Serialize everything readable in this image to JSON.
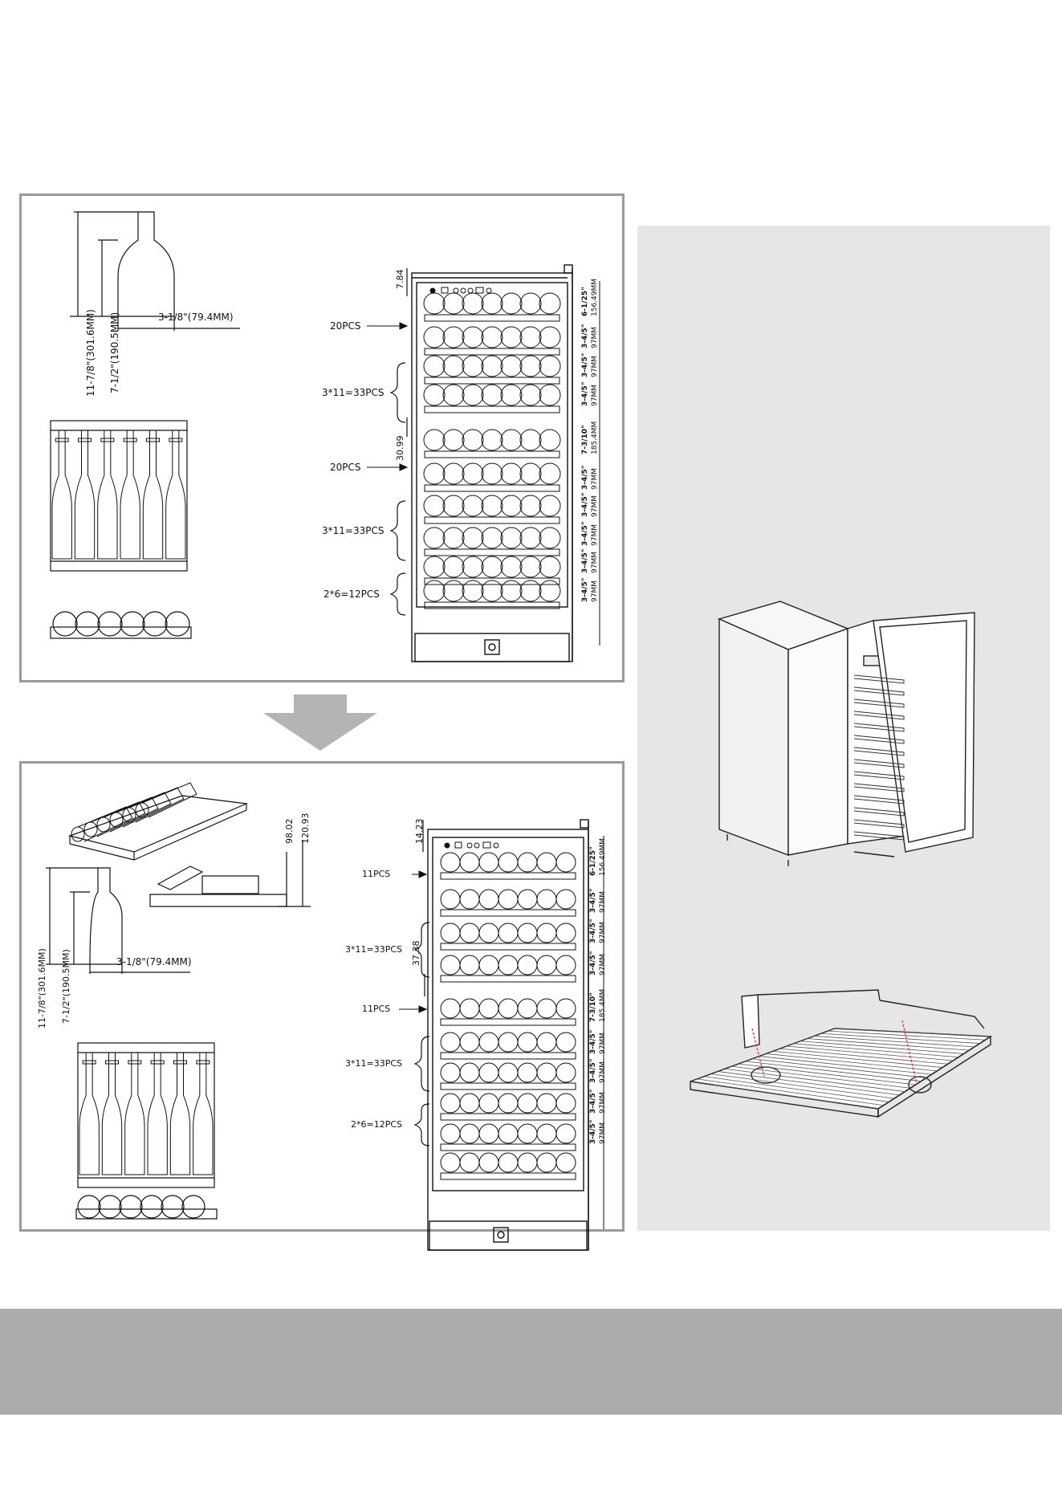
{
  "colors": {
    "panel_border": "#9a9a9a",
    "right_panel_bg": "#e6e6e6",
    "bottom_band": "#acacac",
    "arrow": "#b4b4b4",
    "line": "#111111"
  },
  "top": {
    "bottle": {
      "total_height": "11-7/8\"(301.6MM)",
      "body_height": "7-1/2\"(190.5MM)",
      "diameter": "3-1/8\"(79.4MM)"
    },
    "fridge": {
      "top_gap": "7.84",
      "mid_gap": "30.99"
    },
    "callouts": [
      "20PCS",
      "3*11=33PCS",
      "20PCS",
      "3*11=33PCS",
      "2*6=12PCS"
    ],
    "dims": [
      {
        "imp": "6-1/25\"",
        "mm": "156.49MM"
      },
      {
        "imp": "3-4/5\"",
        "mm": "97MM"
      },
      {
        "imp": "3-4/5\"",
        "mm": "97MM"
      },
      {
        "imp": "3-4/5\"",
        "mm": "97MM"
      },
      {
        "imp": "7-3/10\"",
        "mm": "185.4MM"
      },
      {
        "imp": "3-4/5\"",
        "mm": "97MM"
      },
      {
        "imp": "3-4/5\"",
        "mm": "97MM"
      },
      {
        "imp": "3-4/5\"",
        "mm": "97MM"
      },
      {
        "imp": "3-4/5\"",
        "mm": "97MM"
      },
      {
        "imp": "3-4/5\"",
        "mm": "97MM"
      }
    ]
  },
  "arrow": {
    "direction": "down"
  },
  "bottom": {
    "tray": {
      "height_a": "98.02",
      "height_b": "120.93"
    },
    "bottle": {
      "total_height": "11-7/8\"(301.6MM)",
      "body_height": "7-1/2\"(190.5MM)",
      "diameter": "3-1/8\"(79.4MM)"
    },
    "fridge": {
      "top_gap": "14.23",
      "mid_gap": "37.38"
    },
    "callouts": [
      "11PCS",
      "3*11=33PCS",
      "11PCS",
      "3*11=33PCS",
      "2*6=12PCS"
    ],
    "dims": [
      {
        "imp": "6-1/25\"",
        "mm": "156.49MM"
      },
      {
        "imp": "3-4/5\"",
        "mm": "97MM"
      },
      {
        "imp": "3-4/5\"",
        "mm": "97MM"
      },
      {
        "imp": "3-4/5\"",
        "mm": "97MM"
      },
      {
        "imp": "7-3/10\"",
        "mm": "185.4MM"
      },
      {
        "imp": "3-4/5\"",
        "mm": "97MM"
      },
      {
        "imp": "3-4/5\"",
        "mm": "97MM"
      },
      {
        "imp": "3-4/5\"",
        "mm": "97MM"
      },
      {
        "imp": "3-4/5\"",
        "mm": "97MM"
      }
    ]
  },
  "right_panel": {
    "illustrations": [
      "fridge-isometric",
      "shelf-rail-isometric"
    ]
  }
}
